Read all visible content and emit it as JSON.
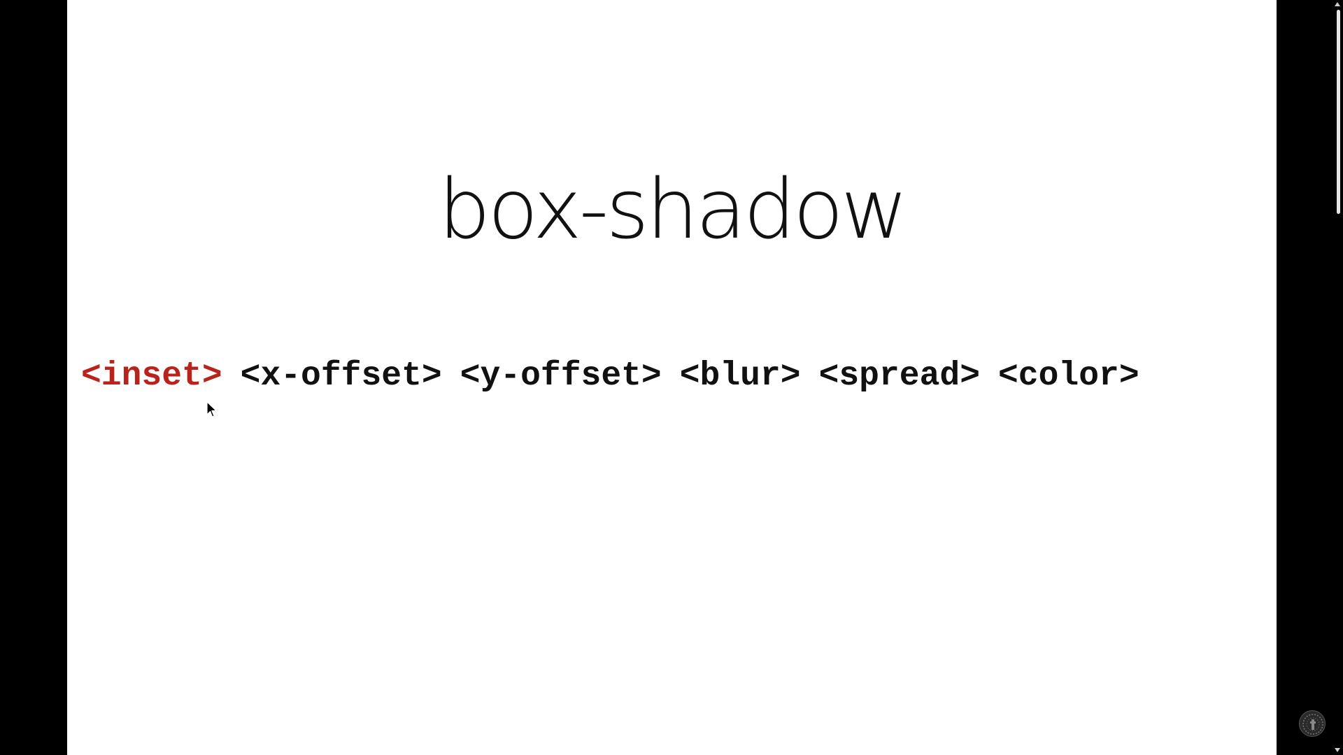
{
  "slide": {
    "title": "box-shadow",
    "syntax_tokens": [
      {
        "text": "<inset>",
        "highlighted": true
      },
      {
        "text": "<x-offset>",
        "highlighted": false
      },
      {
        "text": "<y-offset>",
        "highlighted": false
      },
      {
        "text": "<blur>",
        "highlighted": false
      },
      {
        "text": "<spread>",
        "highlighted": false
      },
      {
        "text": "<color>",
        "highlighted": false
      }
    ]
  },
  "colors": {
    "highlight": "#b8241c",
    "text": "#111111",
    "background": "#ffffff",
    "letterbox": "#000000"
  },
  "icons": {
    "cursor": "mouse-pointer-icon",
    "watermark": "channel-logo-icon"
  }
}
